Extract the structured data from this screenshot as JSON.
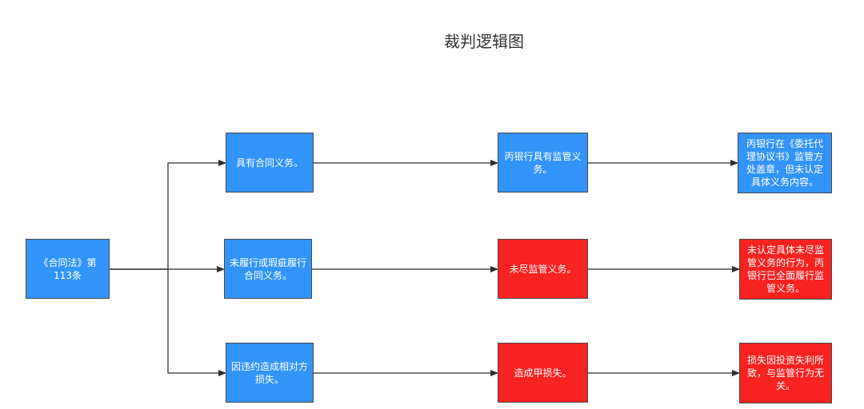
{
  "title": "裁判逻辑图",
  "colors": {
    "blue": "#3294f8",
    "red": "#f72222",
    "edge": "#2f2f2f"
  },
  "nodes": {
    "root": "《合同法》第113条",
    "row1": {
      "a": "具有合同义务。",
      "b": "丙银行具有监管义务。",
      "c": "丙银行在《委托代理协议书》监管方处盖章，但未认定具体义务内容。"
    },
    "row2": {
      "a": "未履行或瑕疵履行合同义务。",
      "b": "未尽监管义务。",
      "c": "未认定具体未尽监管义务的行为，丙银行已全面履行监管义务。"
    },
    "row3": {
      "a": "因违约造成相对方损失。",
      "b": "造成甲损失。",
      "c": "损失因投资失利所致，与监管行为无关。"
    }
  }
}
